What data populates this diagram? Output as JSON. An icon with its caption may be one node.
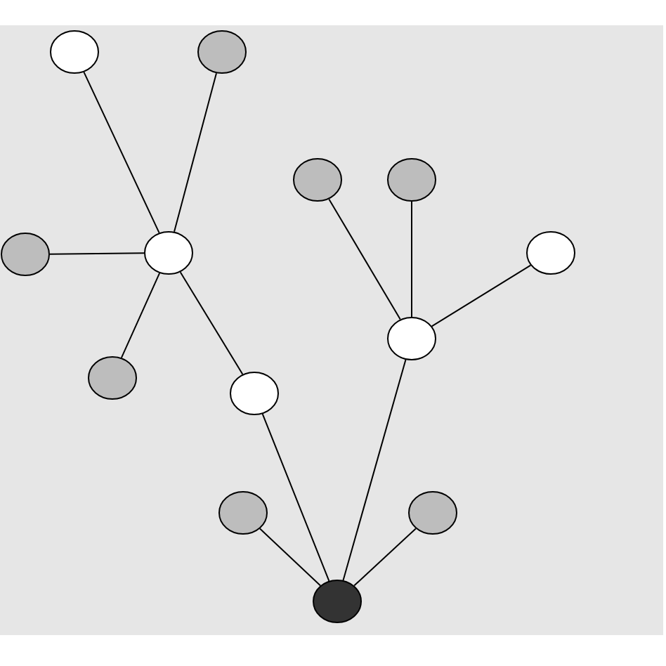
{
  "diagram": {
    "nodes": [
      {
        "text": [],
        "shape": "circle"
      },
      {
        "text": [],
        "shape": "circle"
      },
      {
        "text": [],
        "shape": "circle"
      },
      {
        "text": [],
        "shape": "circle"
      },
      {
        "text": [],
        "shape": "circle"
      },
      {
        "text": [],
        "shape": "circle"
      },
      {
        "text": [],
        "shape": "circle"
      },
      {
        "text": [],
        "shape": "circle"
      },
      {
        "text": [],
        "shape": "circle"
      },
      {
        "text": [],
        "shape": "circle"
      },
      {
        "text": [],
        "shape": "circle"
      },
      {
        "text": [],
        "shape": "circle"
      },
      {
        "text": [],
        "shape": "circle"
      }
    ],
    "edges": [
      {
        "from": 3,
        "to": 0,
        "arrow": "none"
      },
      {
        "from": 3,
        "to": 1,
        "arrow": "none"
      },
      {
        "from": 3,
        "to": 2,
        "arrow": "none"
      },
      {
        "from": 3,
        "to": 4,
        "arrow": "none"
      },
      {
        "from": 3,
        "to": 5,
        "arrow": "none"
      },
      {
        "from": 9,
        "to": 6,
        "arrow": "none"
      },
      {
        "from": 9,
        "to": 7,
        "arrow": "none"
      },
      {
        "from": 9,
        "to": 8,
        "arrow": "none"
      },
      {
        "from": 12,
        "to": 5,
        "arrow": "none"
      },
      {
        "from": 12,
        "to": 9,
        "arrow": "none"
      },
      {
        "from": 12,
        "to": 10,
        "arrow": "none"
      },
      {
        "from": 12,
        "to": 11,
        "arrow": "none"
      }
    ]
  }
}
